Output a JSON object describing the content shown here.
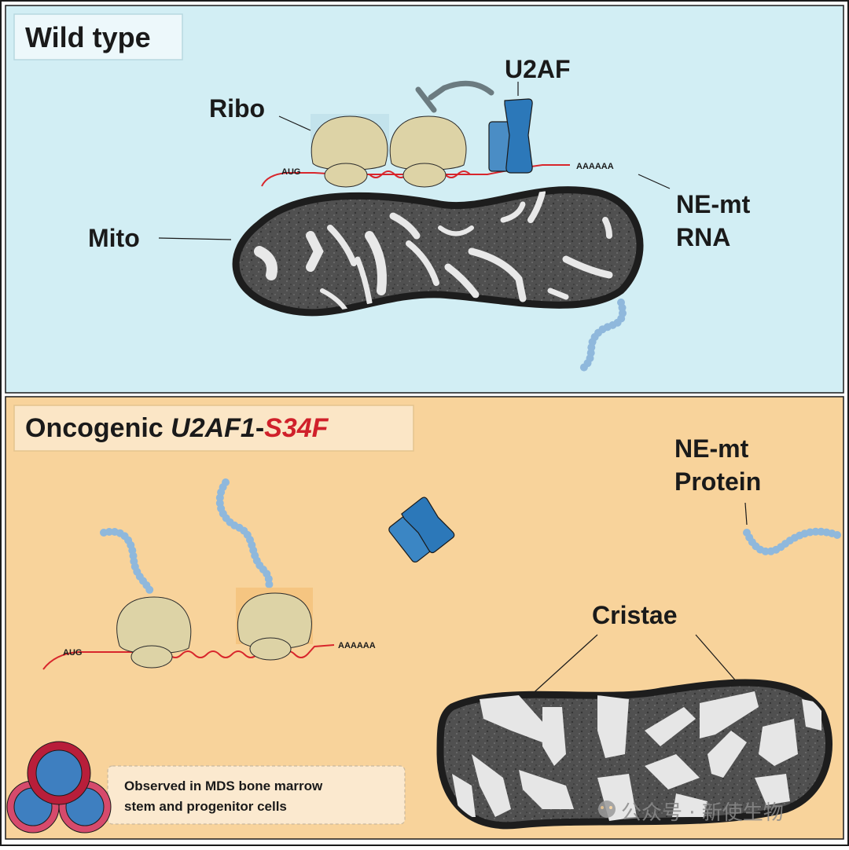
{
  "colors": {
    "wild_bg": "#d2eef4",
    "onco_bg": "#f8d39b",
    "ribosome": "#ddd3a6",
    "rna": "#d8262c",
    "protein": "#8fb8dc",
    "u2af": "#2c78b9",
    "mito_dark": "#3f3f3f",
    "cristae": "#e8e8e8",
    "mutation_red": "#d0202a"
  },
  "icons": [
    "ribosome-icon",
    "u2af-protein-icon",
    "mitochondrion-icon",
    "inhibition-arrow-icon",
    "protein-chain-icon",
    "blood-cells-icon"
  ],
  "wild_type": {
    "title": "Wild type",
    "ribo_label": "Ribo",
    "u2af_label": "U2AF",
    "mito_label": "Mito",
    "aug": "AUG",
    "polya": "AAAAAA",
    "nemt_rna_line1": "NE-mt",
    "nemt_rna_line2": "RNA"
  },
  "oncogenic": {
    "title_prefix": "Oncogenic ",
    "title_gene": "U2AF1",
    "title_dash": "-",
    "title_mutation": "S34F",
    "nemt_protein_line1": "NE-mt",
    "nemt_protein_line2": "Protein",
    "aug": "AUG",
    "polya": "AAAAAA",
    "cristae_label": "Cristae",
    "note_line1": "Observed in MDS bone marrow",
    "note_line2": "stem and progenitor cells"
  },
  "watermark": "公众号 · 新使生物"
}
